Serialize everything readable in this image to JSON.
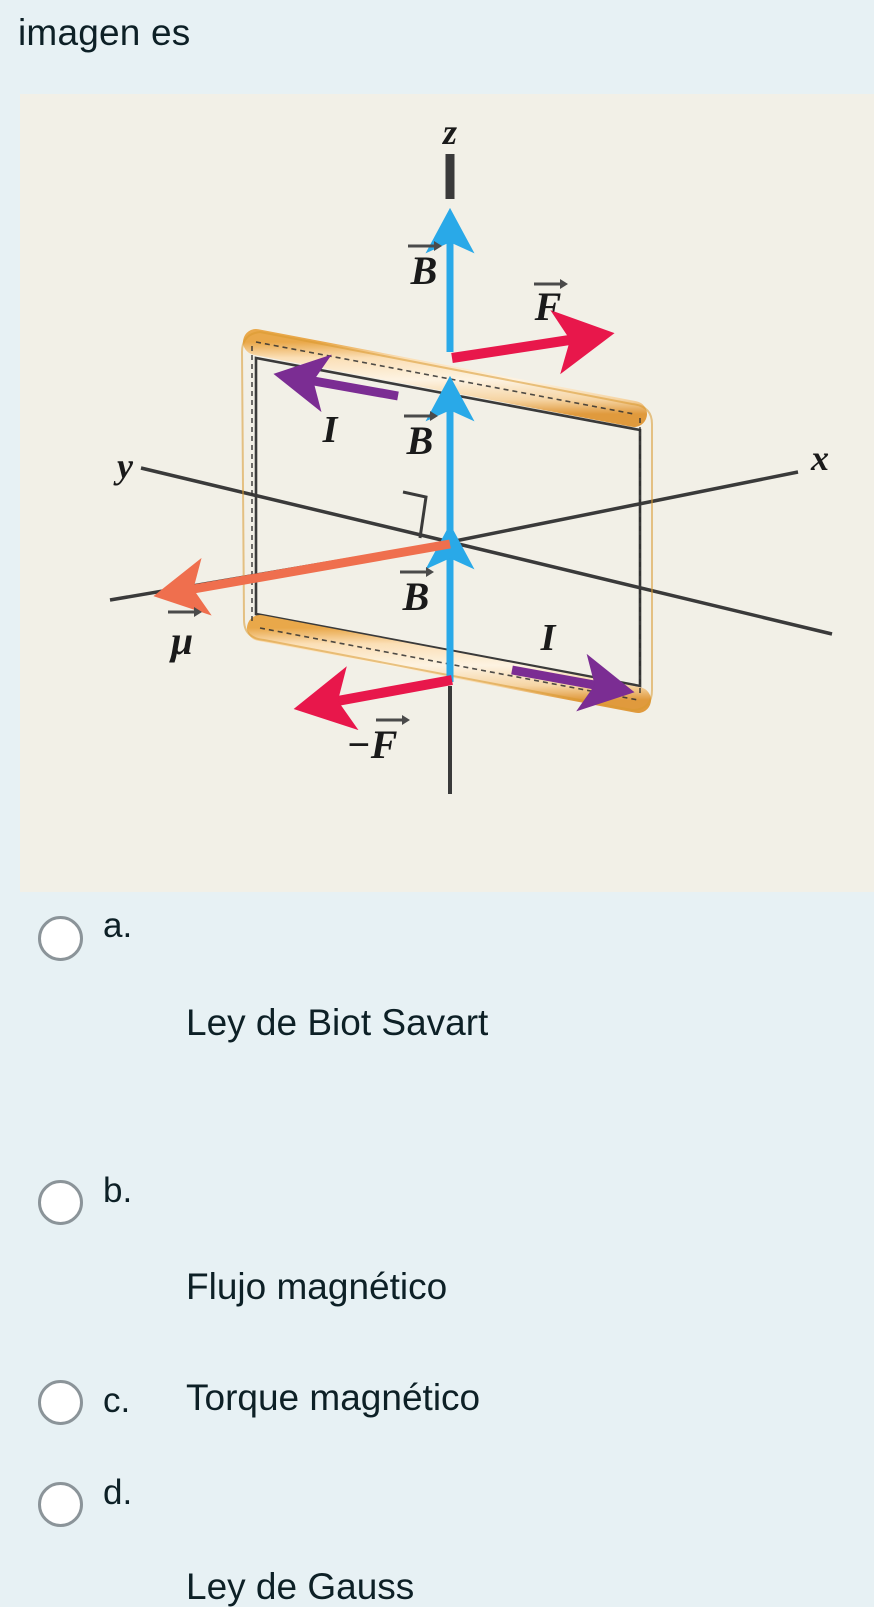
{
  "question": {
    "stem": "imagen es"
  },
  "figure": {
    "caption": "current-loop-magnetic-torque-diagram",
    "panel_bg": "#f2f0e7",
    "axes": [
      {
        "name": "z",
        "label": "z"
      },
      {
        "name": "x",
        "label": "x"
      },
      {
        "name": "y",
        "label": "y"
      }
    ],
    "vectors": [
      {
        "name": "b-field-top",
        "label": "B",
        "arrow": true,
        "color": "#29a9e8"
      },
      {
        "name": "b-field-middle",
        "label": "B",
        "arrow": true,
        "color": "#29a9e8"
      },
      {
        "name": "b-field-bottom",
        "label": "B",
        "arrow": true,
        "color": "#29a9e8"
      },
      {
        "name": "force-positive",
        "label": "F",
        "arrow": true,
        "color": "#e8174b"
      },
      {
        "name": "force-negative",
        "label": "−F",
        "arrow": true,
        "color": "#e8174b"
      },
      {
        "name": "magnetic-moment",
        "label": "μ",
        "arrow": true,
        "color": "#ee7košic"
      },
      {
        "name": "current-top",
        "label": "I",
        "arrow": true,
        "color": "#7b2d93"
      },
      {
        "name": "current-bottom",
        "label": "I",
        "arrow": true,
        "color": "#7b2d93"
      }
    ],
    "colors": {
      "b_field": "#29a9e8",
      "force": "#e8174b",
      "moment": "#ef6f4e",
      "current": "#7b2d93",
      "loop_fill": "#fbe3bf",
      "loop_edge": "#e8a33d",
      "axis": "#3a3a3a"
    },
    "labels": {
      "z_axis": "z",
      "x_axis": "x",
      "y_axis": "y",
      "b_top": "B",
      "b_mid": "B",
      "b_bot": "B",
      "f_pos": "F",
      "f_neg": "−F",
      "mu": "μ",
      "i_top": "I",
      "i_bot": "I"
    }
  },
  "options": [
    {
      "letter": "a.",
      "text": "Ley de Biot Savart",
      "selected": false
    },
    {
      "letter": "b.",
      "text": "Flujo magnético",
      "selected": false
    },
    {
      "letter": "c.",
      "text": "Torque magnético",
      "selected": false
    },
    {
      "letter": "d.",
      "text": "Ley de Gauss",
      "selected": false
    }
  ],
  "theme": {
    "page_bg": "#e7f1f4",
    "text_color": "#0d2026",
    "radio_border": "#8b9499"
  }
}
